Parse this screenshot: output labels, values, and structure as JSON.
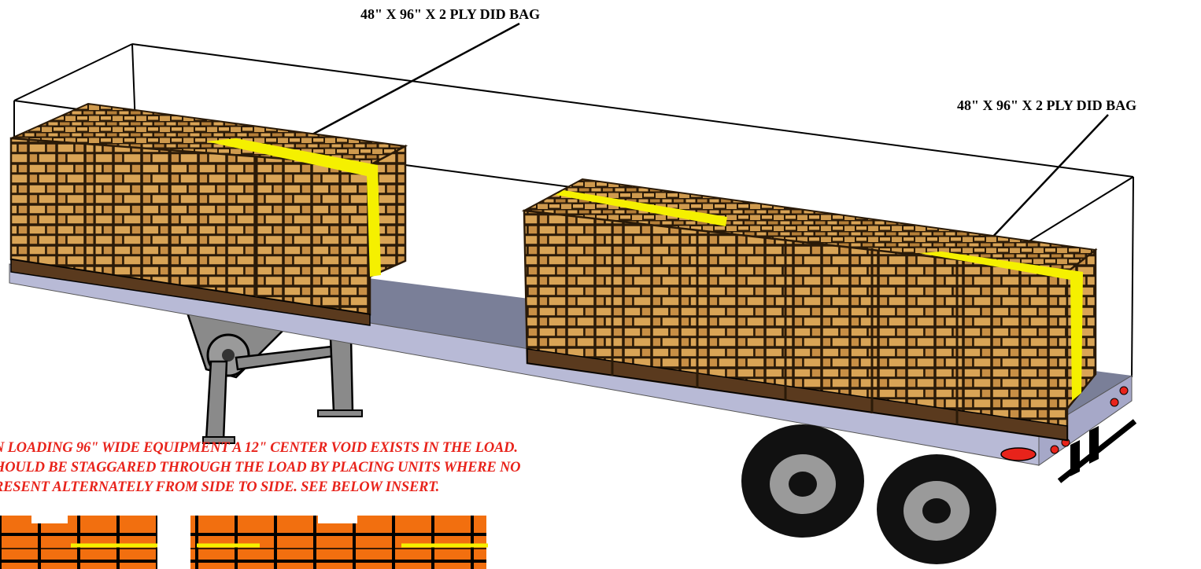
{
  "labels": {
    "bag_left": "48\" X 96\" X 2 PLY DID BAG",
    "bag_right": "48\" X 96\" X 2 PLY DID BAG"
  },
  "note": {
    "line1": "N LOADING 96\" WIDE EQUIPMENT A 12\" CENTER VOID EXISTS IN THE  LOAD.",
    "line2": "HOULD BE STAGGARED THROUGH THE LOAD BY PLACING UNITS WHERE NO",
    "line3": "RESENT ALTERNATELY FROM SIDE TO SIDE. SEE BELOW INSERT."
  },
  "colors": {
    "box": "#d9a456",
    "box_edge": "#2a1a08",
    "pallet": "#5a3a1e",
    "deck_top": "#7a7f98",
    "deck_side": "#b8bad6",
    "bag_strap": "#f5f000",
    "note_text": "#e8231b",
    "insert_box": "#f26f0f",
    "wheel": "#111111",
    "rim": "#9a9a9a"
  },
  "icons": [
    "flatbed-trailer-icon",
    "pallet-load-icon",
    "dunnage-bag-icon",
    "wheel-icon",
    "landing-gear-icon"
  ]
}
